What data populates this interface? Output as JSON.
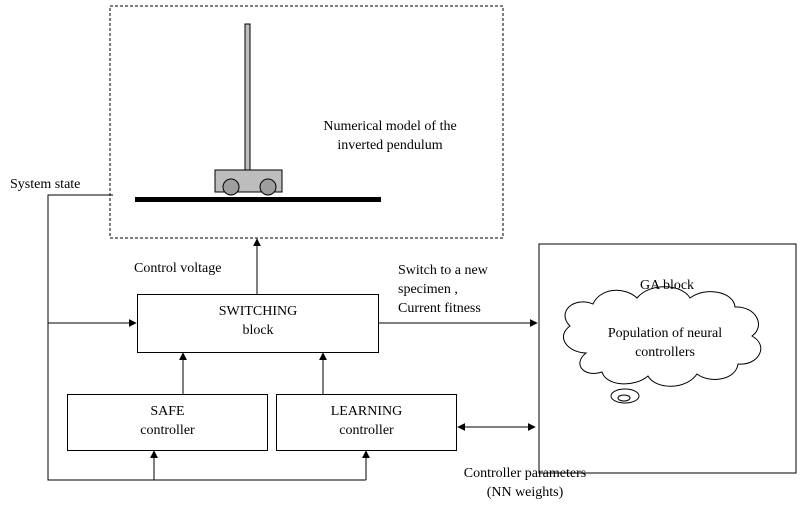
{
  "plant": {
    "title_line1": "Numerical model of the",
    "title_line2": "inverted pendulum"
  },
  "labels": {
    "system_state": "System state",
    "control_voltage": "Control voltage",
    "switch_line1": "Switch to a new",
    "switch_line2": "specimen ,",
    "switch_line3": "Current fitness",
    "params_line1": "Controller parameters",
    "params_line2": "(NN weights)"
  },
  "blocks": {
    "switching_line1": "SWITCHING",
    "switching_line2": "block",
    "safe_line1": "SAFE",
    "safe_line2": "controller",
    "learning_line1": "LEARNING",
    "learning_line2": "controller",
    "ga_title": "GA block",
    "population_line1": "Population of neural",
    "population_line2": "controllers"
  }
}
